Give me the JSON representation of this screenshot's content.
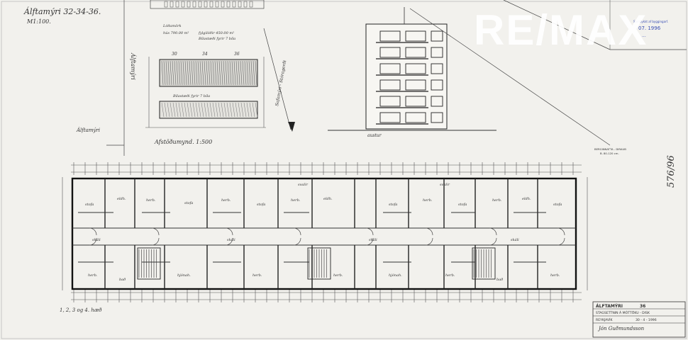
{
  "header": {
    "title": "Álftamýri 32-34-36.",
    "scale": "M1:100."
  },
  "site_plan": {
    "notes": [
      "Lóðamörk",
      "hús 790.00 m²",
      "fylgilóðir 450.00 m²",
      "Bílastæði fyrir 7 bíla"
    ],
    "numbers": [
      "30",
      "34",
      "36"
    ],
    "parking": "Bílastæði fyrir 7 bíla",
    "caption": "Afstöðumynd. 1:500",
    "side_label": "Álftamýri",
    "diag_label": "Safamýri - Stóragerði"
  },
  "elevation": {
    "caption": "austur"
  },
  "stamp": {
    "line1": "Samþykkt af byggingarf.",
    "line2": "07. 1996",
    "line3": "..."
  },
  "brand": "RE/MAX",
  "legend": {
    "line1": "BERGINNATTA - DIRAUB",
    "line2": "B. 80-120 cm."
  },
  "floor_label": "1, 2, 3 og 4. hæð",
  "side_code": "576/96",
  "title_block": {
    "name": "ÁLFTAMÝRI",
    "number": "36",
    "description": "STAGSETTNIN Á MÓTTÖKU - DISK",
    "city": "REYKJAVÍK",
    "date": "30 - 4 - 1996",
    "signature": "Jón Guðmundsson"
  },
  "room_labels": {
    "eldhus": "eldh.",
    "stofa": "stofa",
    "herb": "herb.",
    "hjonah": "hjónah.",
    "bad": "bað",
    "skali": "skáli",
    "svalir": "svalir"
  }
}
